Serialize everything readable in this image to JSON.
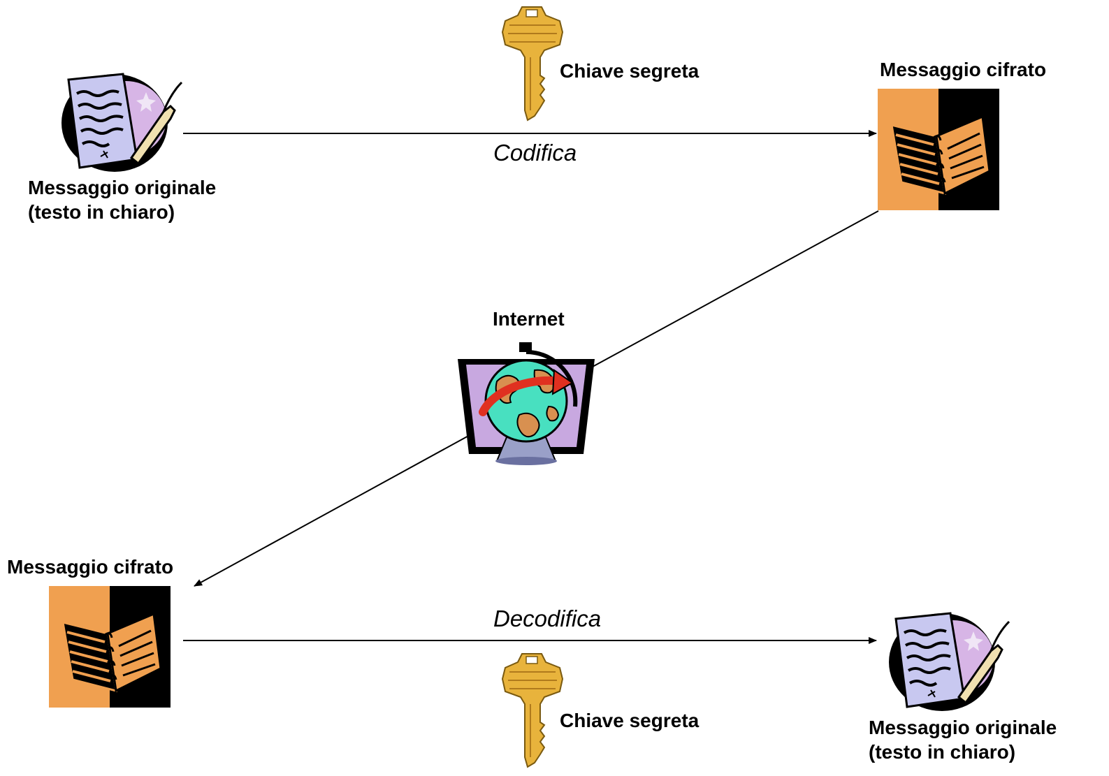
{
  "labels": {
    "key_top": "Chiave segreta",
    "key_bottom": "Chiave segreta",
    "cipher_top": "Messaggio cifrato",
    "cipher_bottom": "Messaggio cifrato",
    "original_top_line1": "Messaggio originale",
    "original_top_line2": "(testo in chiaro)",
    "original_bottom_line1": "Messaggio originale",
    "original_bottom_line2": "(testo in chiaro)",
    "internet": "Internet",
    "encode": "Codifica",
    "decode": "Decodifica"
  },
  "icons": {
    "key": "key-icon",
    "letter": "letter-quill-icon",
    "cipher": "cipher-book-icon",
    "globe": "internet-globe-icon"
  },
  "colors": {
    "key_gold": "#e8b33c",
    "cipher_orange": "#f0a050",
    "cipher_black": "#000000",
    "globe_ocean": "#48e0c0",
    "globe_land": "#d89050",
    "globe_arrow": "#e03020",
    "monitor_lilac": "#c8a8e0",
    "letter_paper": "#c8c8f0"
  }
}
